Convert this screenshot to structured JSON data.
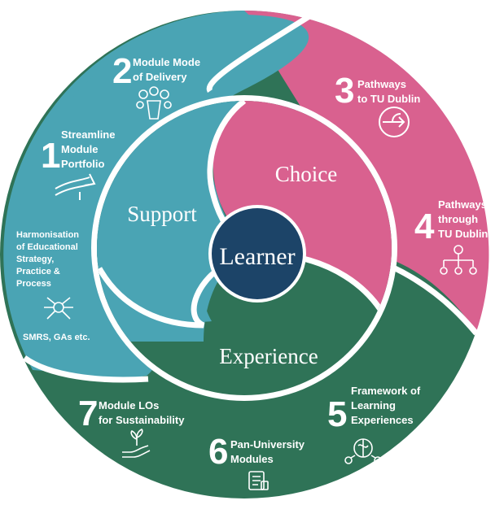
{
  "center": {
    "label": "Learner"
  },
  "zones": {
    "support": "Support",
    "choice": "Choice",
    "experience": "Experience"
  },
  "items": {
    "i1": {
      "num": "1",
      "lines": [
        "Streamline",
        "Module",
        "Portfolio"
      ]
    },
    "i2": {
      "num": "2",
      "lines": [
        "Module Mode",
        "of Delivery"
      ]
    },
    "i3": {
      "num": "3",
      "lines": [
        "Pathways",
        "to TU Dublin"
      ]
    },
    "i4": {
      "num": "4",
      "lines": [
        "Pathways",
        "through",
        "TU Dublin"
      ]
    },
    "i5": {
      "num": "5",
      "lines": [
        "Framework of",
        "Learning",
        "Experiences"
      ]
    },
    "i6": {
      "num": "6",
      "lines": [
        "Pan-University",
        "Modules"
      ]
    },
    "i7": {
      "num": "7",
      "lines": [
        "Module LOs",
        "for Sustainability"
      ]
    }
  },
  "harmonisation": {
    "lines": [
      "Harmonisation",
      "of Educational",
      "Strategy,",
      "Practice &",
      "Process"
    ],
    "footer": "SMRS, GAs etc."
  },
  "colors": {
    "teal": "#4aa4b4",
    "pink": "#d9618f",
    "green": "#2f7357",
    "navy": "#1c4468",
    "text": "#ffffff"
  },
  "icons": {
    "i1": "streamline-arrows-icon",
    "i2": "delivery-devices-icon",
    "i3": "pathway-enter-icon",
    "i4": "hierarchy-tree-icon",
    "i5": "learning-brain-icon",
    "i6": "document-modules-icon",
    "i7": "hand-plant-icon",
    "harmonisation": "collaboration-hands-icon"
  }
}
